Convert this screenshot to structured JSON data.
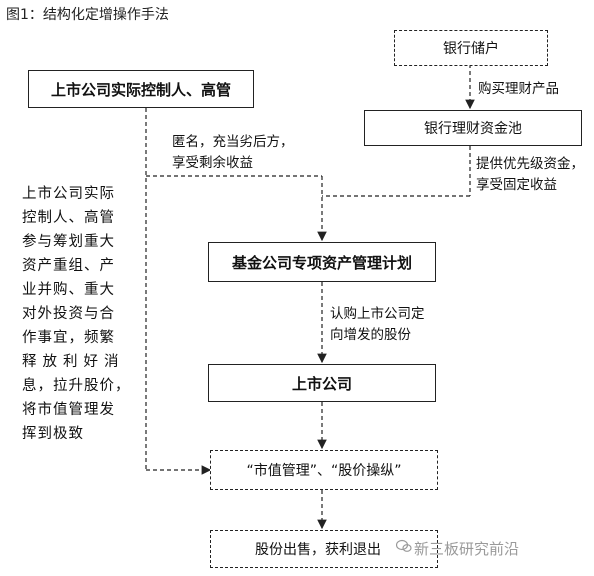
{
  "figure_title": "图1：结构化定增操作手法",
  "nodes": {
    "bank_depositors": "银行储户",
    "controller": "上市公司实际控制人、高管",
    "bank_pool": "银行理财资金池",
    "fund_plan": "基金公司专项资产管理计划",
    "listed_company": "上市公司",
    "market_value": "“市值管理”、“股价操纵”",
    "sell_profit": "股份出售，获利退出"
  },
  "edges": {
    "buy_products": "购买理财产品",
    "anonymous_line1": "匿名，充当劣后方，",
    "anonymous_line2": "享受剩余收益",
    "priority_line1": "提供优先级资金，",
    "priority_line2": "享受固定收益",
    "subscribe_line1": "认购上市公司定",
    "subscribe_line2": "向增发的股份"
  },
  "left_text_lines": [
    "上市公司实际",
    "控制人、高管",
    "参与筹划重大",
    "资产重组、产",
    "业并购、重大",
    "对外投资与合",
    "作事宜，频繁",
    "释放利好消",
    "息，拉升股价，",
    "将市值管理发",
    "挥到极致"
  ],
  "watermark": "新三板研究前沿"
}
